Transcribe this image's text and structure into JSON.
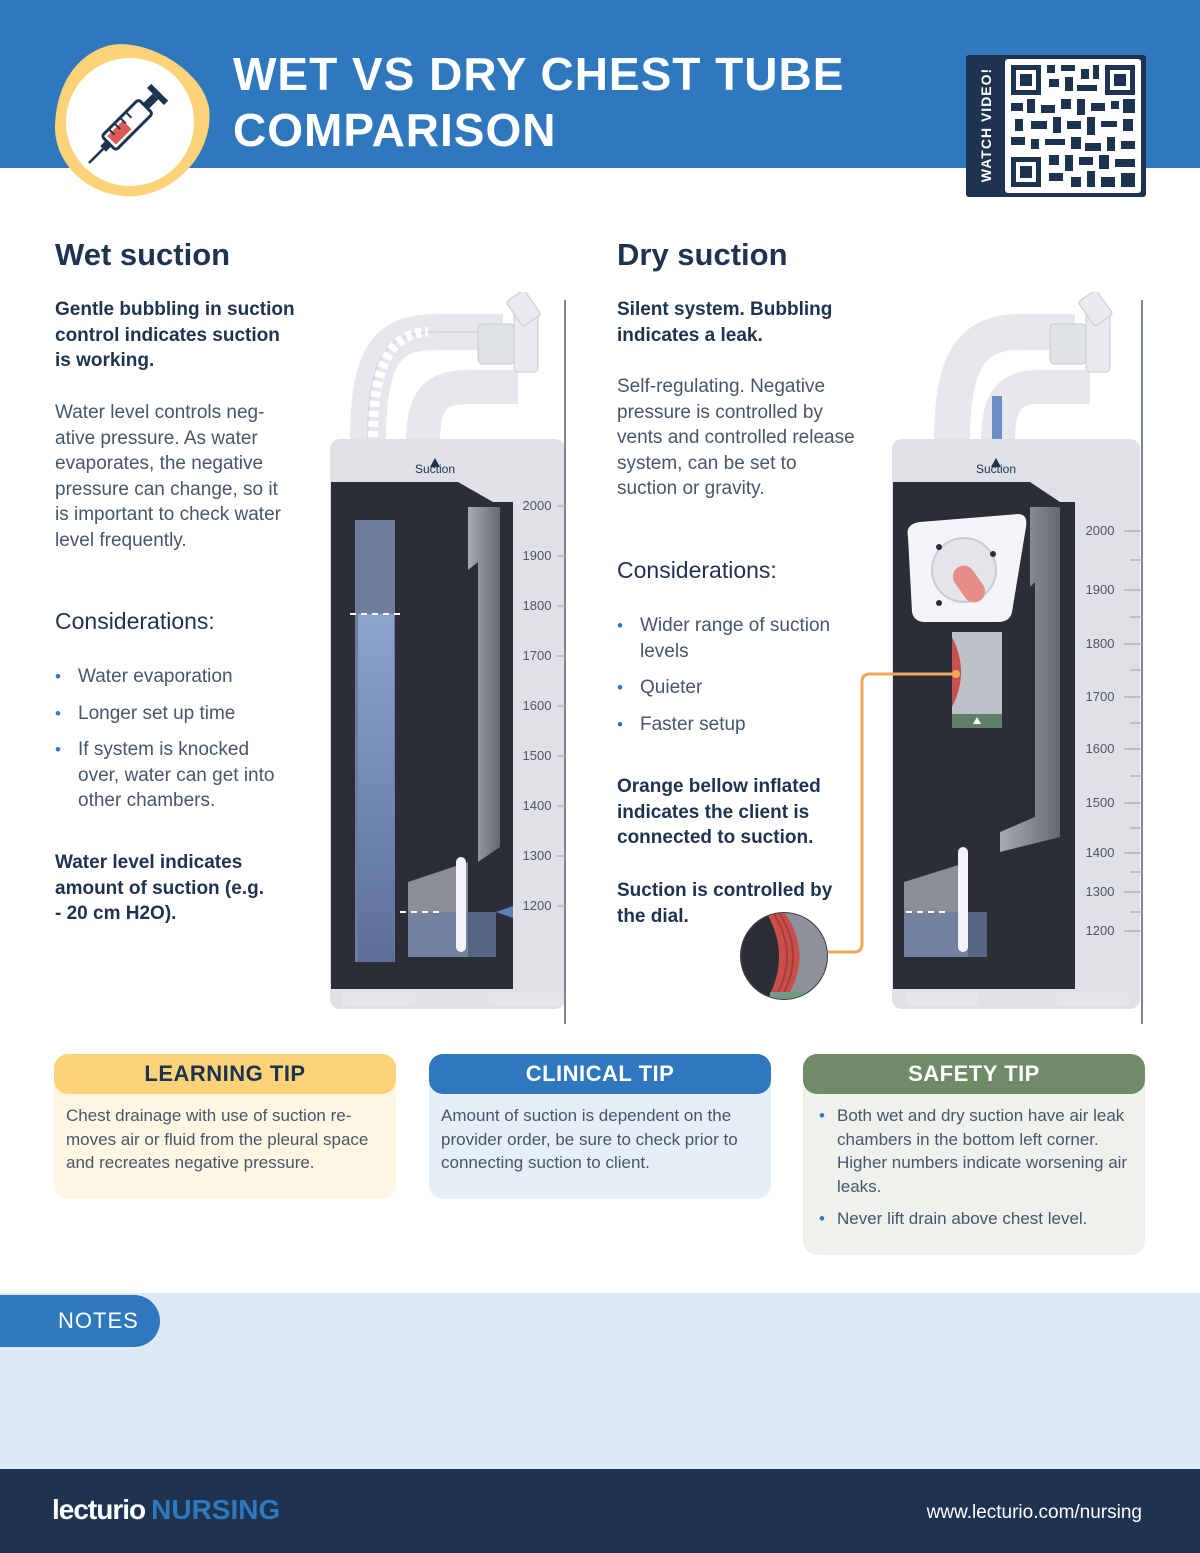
{
  "header": {
    "title_line1": "WET VS DRY CHEST TUBE",
    "title_line2": "COMPARISON",
    "video_label": "WATCH VIDEO!"
  },
  "wet": {
    "title": "Wet suction",
    "lead": "Gentle bubbling in suction control indicates suction is working.",
    "body": "Water level controls neg-ative pressure. As water evaporates, the negative pressure can change, so it is important to check water level frequently.",
    "considerations_title": "Considerations:",
    "considerations": [
      "Water evaporation",
      "Longer set up time",
      "If system is knocked over, water can get into other chambers."
    ],
    "note": "Water level indicates amount of suction (e.g. - 20 cm H2O).",
    "device_label": "Suction",
    "scale": [
      "2000",
      "1900",
      "1800",
      "1700",
      "1600",
      "1500",
      "1400",
      "1300",
      "1200"
    ]
  },
  "dry": {
    "title": "Dry suction",
    "lead": "Silent system. Bubbling indicates a leak.",
    "body": "Self-regulating. Negative pressure is controlled by vents and controlled release system, can be set to suction or gravity.",
    "considerations_title": "Considerations:",
    "considerations": [
      "Wider range of suction levels",
      "Quieter",
      "Faster setup"
    ],
    "note1": "Orange bellow inflated indicates the client is connected to suction.",
    "note2": "Suction is controlled by the dial.",
    "device_label": "Suction",
    "scale": [
      "2000",
      "1900",
      "1800",
      "1700",
      "1600",
      "1500",
      "1400",
      "1300",
      "1200"
    ]
  },
  "tips": {
    "learning": {
      "title": "LEARNING TIP",
      "text": "Chest drainage with use of suction re-moves air or fluid from the pleural space and recreates negative pressure."
    },
    "clinical": {
      "title": "CLINICAL TIP",
      "text": "Amount of suction is dependent on the provider order, be sure to check prior to connecting suction to client."
    },
    "safety": {
      "title": "SAFETY TIP",
      "items": [
        "Both wet and dry suction have air leak chambers in the bottom left corner. Higher numbers indicate worsening air leaks.",
        "Never lift drain above chest level."
      ]
    }
  },
  "notes_label": "NOTES",
  "footer": {
    "brand": "lecturio",
    "brand_suffix": "NURSING",
    "url": "www.lecturio.com/nursing"
  },
  "colors": {
    "primary_blue": "#2f78bd",
    "navy": "#1e3350",
    "learning_yellow": "#fdd37a",
    "safety_green": "#6f8b68",
    "bellow_red": "#c94f4a",
    "orange_line": "#f2a65a"
  }
}
